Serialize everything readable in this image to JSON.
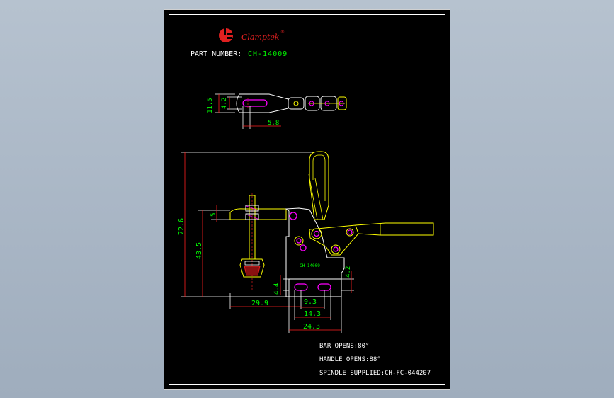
{
  "logo": {
    "brand": "Clamptek",
    "registered": "®"
  },
  "title_block": {
    "part_number_label": "PART NUMBER:",
    "part_number_value": "CH-14009"
  },
  "body_marking": "CH-14009",
  "dimensions": {
    "top_view": {
      "height_total": "11.5",
      "slot_height": "4.2",
      "slot_width": "5.8"
    },
    "front_view": {
      "overall_height": "72.6",
      "spindle_height": "43.5",
      "arm_thickness": "5",
      "base_left_offset": "4.4",
      "base_right_offset": "4.2",
      "reach": "29.9",
      "hole_pitch": "9.3",
      "base_inner_width": "14.3",
      "base_overall_width": "24.3"
    }
  },
  "notes": {
    "bar_opens": "BAR OPENS:80°",
    "handle_opens": "HANDLE OPENS:88°",
    "spindle_supplied": "SPINDLE SUPPLIED:CH-FC-044207"
  },
  "colors": {
    "sheet": "#000000",
    "outline": "#ffffff",
    "dimension": "#00ff00",
    "dimension_line": "#ff0000",
    "part_yellow": "#ffff00",
    "part_magenta": "#ff00ff",
    "logo_red": "#e02020",
    "text": "#ffffff",
    "partnum_green": "#00ff00"
  }
}
